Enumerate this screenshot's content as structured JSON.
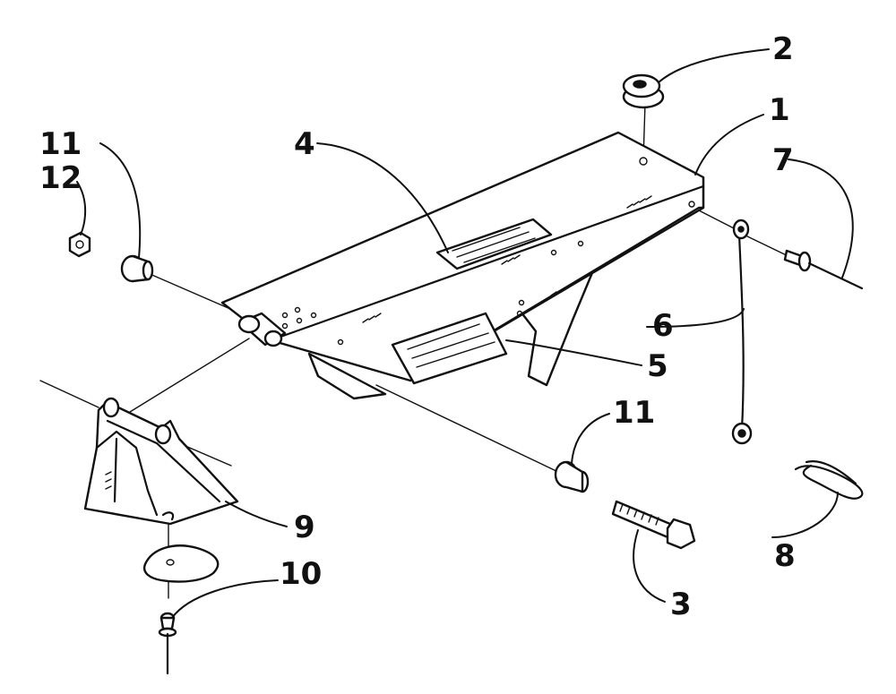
{
  "callouts": [
    {
      "id": "c1",
      "label": "1"
    },
    {
      "id": "c2",
      "label": "2"
    },
    {
      "id": "c3",
      "label": "3"
    },
    {
      "id": "c4",
      "label": "4"
    },
    {
      "id": "c5",
      "label": "5"
    },
    {
      "id": "c6",
      "label": "6"
    },
    {
      "id": "c7",
      "label": "7"
    },
    {
      "id": "c8",
      "label": "8"
    },
    {
      "id": "c9",
      "label": "9"
    },
    {
      "id": "c10",
      "label": "10"
    },
    {
      "id": "c11a",
      "label": "11"
    },
    {
      "id": "c11b",
      "label": "11"
    },
    {
      "id": "c12",
      "label": "12"
    }
  ]
}
